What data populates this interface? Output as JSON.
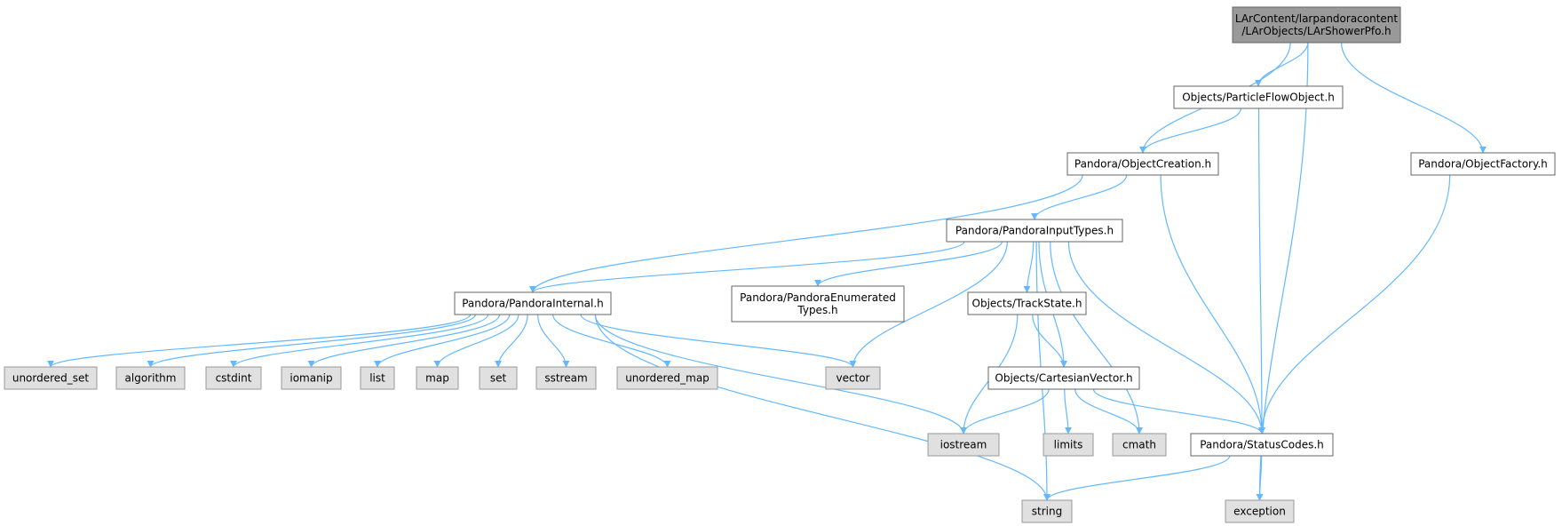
{
  "colors": {
    "edge": "#63b8ff",
    "root_fill": "#999999",
    "root_border": "#666666",
    "file_fill": "#ffffff",
    "file_border": "#666666",
    "external_fill": "#e0e0e0",
    "external_border": "#999999"
  },
  "nodes": [
    {
      "id": "root",
      "label": [
        "LArContent/larpandoracontent",
        "/LArObjects/LArShowerPfo.h"
      ],
      "kind": "root"
    },
    {
      "id": "pfo",
      "label": [
        "Objects/ParticleFlowObject.h"
      ],
      "kind": "file"
    },
    {
      "id": "objcreation",
      "label": [
        "Pandora/ObjectCreation.h"
      ],
      "kind": "file"
    },
    {
      "id": "objfactory",
      "label": [
        "Pandora/ObjectFactory.h"
      ],
      "kind": "file"
    },
    {
      "id": "inputtypes",
      "label": [
        "Pandora/PandoraInputTypes.h"
      ],
      "kind": "file"
    },
    {
      "id": "internal",
      "label": [
        "Pandora/PandoraInternal.h"
      ],
      "kind": "file"
    },
    {
      "id": "enumerated",
      "label": [
        "Pandora/PandoraEnumerated",
        "Types.h"
      ],
      "kind": "file"
    },
    {
      "id": "trackstate",
      "label": [
        "Objects/TrackState.h"
      ],
      "kind": "file"
    },
    {
      "id": "cartesian",
      "label": [
        "Objects/CartesianVector.h"
      ],
      "kind": "file"
    },
    {
      "id": "statuscodes",
      "label": [
        "Pandora/StatusCodes.h"
      ],
      "kind": "file"
    },
    {
      "id": "unordered_set",
      "label": [
        "unordered_set"
      ],
      "kind": "external"
    },
    {
      "id": "algorithm",
      "label": [
        "algorithm"
      ],
      "kind": "external"
    },
    {
      "id": "cstdint",
      "label": [
        "cstdint"
      ],
      "kind": "external"
    },
    {
      "id": "iomanip",
      "label": [
        "iomanip"
      ],
      "kind": "external"
    },
    {
      "id": "list",
      "label": [
        "list"
      ],
      "kind": "external"
    },
    {
      "id": "map",
      "label": [
        "map"
      ],
      "kind": "external"
    },
    {
      "id": "set",
      "label": [
        "set"
      ],
      "kind": "external"
    },
    {
      "id": "sstream",
      "label": [
        "sstream"
      ],
      "kind": "external"
    },
    {
      "id": "unordered_map",
      "label": [
        "unordered_map"
      ],
      "kind": "external"
    },
    {
      "id": "vector",
      "label": [
        "vector"
      ],
      "kind": "external"
    },
    {
      "id": "iostream",
      "label": [
        "iostream"
      ],
      "kind": "external"
    },
    {
      "id": "limits",
      "label": [
        "limits"
      ],
      "kind": "external"
    },
    {
      "id": "cmath",
      "label": [
        "cmath"
      ],
      "kind": "external"
    },
    {
      "id": "string",
      "label": [
        "string"
      ],
      "kind": "external"
    },
    {
      "id": "exception",
      "label": [
        "exception"
      ],
      "kind": "external"
    }
  ],
  "edges": [
    [
      "root",
      "pfo"
    ],
    [
      "root",
      "objcreation"
    ],
    [
      "root",
      "objfactory"
    ],
    [
      "root",
      "exception"
    ],
    [
      "pfo",
      "objcreation"
    ],
    [
      "pfo",
      "statuscodes"
    ],
    [
      "objcreation",
      "inputtypes"
    ],
    [
      "objcreation",
      "internal"
    ],
    [
      "objcreation",
      "statuscodes"
    ],
    [
      "objfactory",
      "statuscodes"
    ],
    [
      "inputtypes",
      "internal"
    ],
    [
      "inputtypes",
      "enumerated"
    ],
    [
      "inputtypes",
      "trackstate"
    ],
    [
      "inputtypes",
      "cartesian"
    ],
    [
      "inputtypes",
      "statuscodes"
    ],
    [
      "inputtypes",
      "vector"
    ],
    [
      "inputtypes",
      "cmath"
    ],
    [
      "inputtypes",
      "string"
    ],
    [
      "internal",
      "unordered_set"
    ],
    [
      "internal",
      "algorithm"
    ],
    [
      "internal",
      "cstdint"
    ],
    [
      "internal",
      "iomanip"
    ],
    [
      "internal",
      "list"
    ],
    [
      "internal",
      "map"
    ],
    [
      "internal",
      "set"
    ],
    [
      "internal",
      "sstream"
    ],
    [
      "internal",
      "unordered_map"
    ],
    [
      "internal",
      "vector"
    ],
    [
      "internal",
      "iostream"
    ],
    [
      "internal",
      "string"
    ],
    [
      "trackstate",
      "cartesian"
    ],
    [
      "trackstate",
      "iostream"
    ],
    [
      "cartesian",
      "iostream"
    ],
    [
      "cartesian",
      "limits"
    ],
    [
      "cartesian",
      "cmath"
    ],
    [
      "cartesian",
      "statuscodes"
    ],
    [
      "statuscodes",
      "string"
    ],
    [
      "statuscodes",
      "exception"
    ]
  ]
}
